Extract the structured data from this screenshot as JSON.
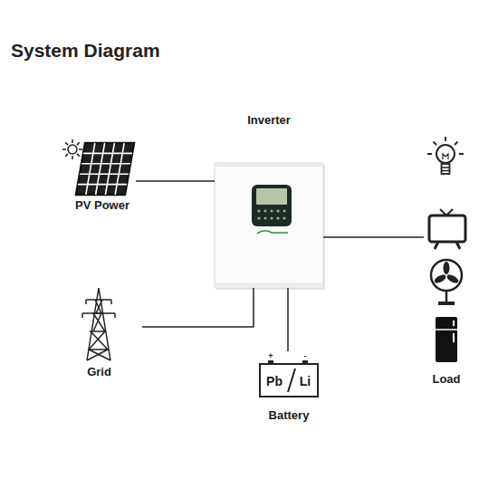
{
  "diagram": {
    "title": "System Diagram",
    "nodes": [
      {
        "text": [
          "Inverter"
        ]
      },
      {
        "text": [
          "PV Power"
        ]
      },
      {
        "text": [
          "Load"
        ]
      },
      {
        "text": [
          "Grid"
        ]
      },
      {
        "text": [
          "+",
          "-",
          "Pb",
          "Li",
          "Battery"
        ]
      }
    ],
    "edges": [
      {
        "from": 1,
        "to": 0,
        "arrow": "none"
      },
      {
        "from": 3,
        "to": 0,
        "arrow": "none"
      },
      {
        "from": 0,
        "to": 4,
        "arrow": "none"
      },
      {
        "from": 0,
        "to": 2,
        "arrow": "none"
      }
    ]
  }
}
